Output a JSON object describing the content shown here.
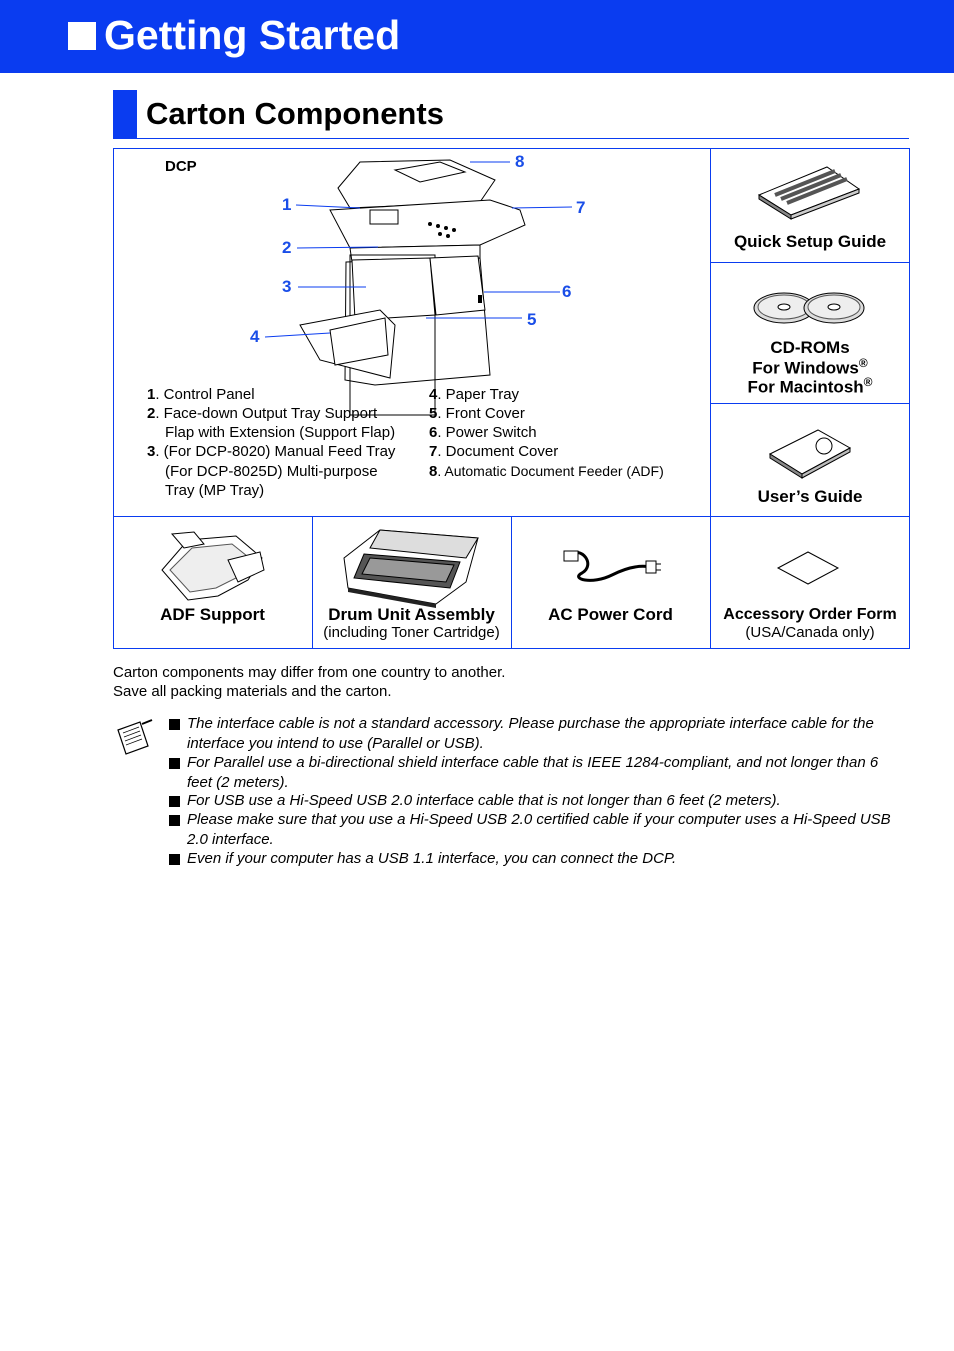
{
  "header": {
    "title": "Getting Started"
  },
  "section": {
    "title": "Carton Components"
  },
  "dcp": {
    "label": "DCP",
    "callouts": [
      "1",
      "2",
      "3",
      "4",
      "5",
      "6",
      "7",
      "8"
    ],
    "legend_left": [
      {
        "num": "1",
        "text": ". Control Panel"
      },
      {
        "num": "2",
        "text": ". Face-down Output Tray Support",
        "cont": "Flap with Extension (Support Flap)"
      },
      {
        "num": "3",
        "text": ". (For DCP-8020) Manual Feed Tray",
        "cont": "(For DCP-8025D) Multi-purpose",
        "cont2": "Tray (MP Tray)"
      }
    ],
    "legend_right": [
      {
        "num": "4",
        "text": ". Paper Tray"
      },
      {
        "num": "5",
        "text": ". Front Cover"
      },
      {
        "num": "6",
        "text": ". Power Switch"
      },
      {
        "num": "7",
        "text": ". Document Cover"
      },
      {
        "num": "8",
        "text": ". Automatic Document Feeder (ADF)"
      }
    ]
  },
  "components": {
    "quick_setup": "Quick Setup Guide",
    "cdrom_1": "CD-ROMs",
    "cdrom_2": "For Windows",
    "cdrom_3": "For Macintosh",
    "reg": "®",
    "users_guide": "User’s Guide",
    "adf_support": "ADF Support",
    "drum": "Drum Unit Assembly",
    "drum_sub": "(including Toner Cartridge)",
    "power_cord": "AC Power Cord",
    "order_form": "Accessory Order Form",
    "order_form_sub": "(USA/Canada only)"
  },
  "body": {
    "line1": "Carton components may differ from one country to another.",
    "line2": "Save all packing materials and the carton."
  },
  "notes": [
    "The interface cable is not a standard accessory. Please purchase the appropriate interface cable for the interface you intend to use (Parallel or USB).",
    "For Parallel use a bi-directional shield interface cable that is IEEE 1284-compliant, and not longer than 6 feet (2 meters).",
    "For USB use a Hi-Speed USB 2.0 interface cable that is not longer than 6 feet (2 meters).",
    "Please make sure that you use a Hi-Speed USB 2.0 certified cable if your computer uses a Hi-Speed USB 2.0 interface.",
    "Even if your computer has a USB 1.1 interface, you can connect the DCP."
  ]
}
